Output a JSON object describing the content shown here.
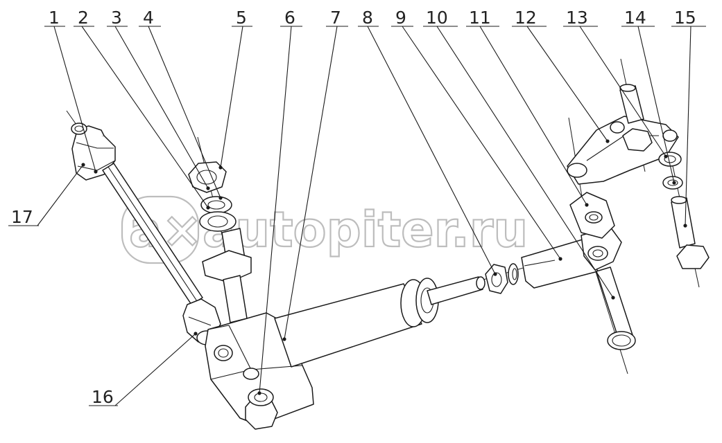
{
  "watermark": {
    "text": "autopiter.ru",
    "logo_glyph": "a×"
  },
  "callouts": [
    "1",
    "2",
    "3",
    "4",
    "5",
    "6",
    "7",
    "8",
    "9",
    "10",
    "11",
    "12",
    "13",
    "14",
    "15",
    "16",
    "17"
  ]
}
